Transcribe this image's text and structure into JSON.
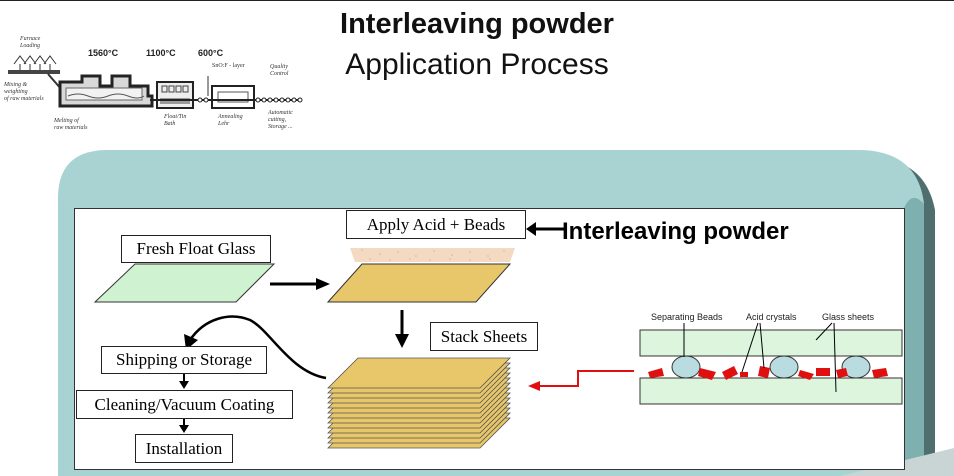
{
  "title": {
    "line1": "Interleaving powder",
    "line2": "Application Process"
  },
  "furnace_diagram": {
    "furnace_loading": "Furnace\nLoading",
    "mixing": "Mixing &\nweighting\nof raw materials",
    "melting": "Melting of\nraw materials",
    "temp1": "1560°C",
    "temp2": "1100°C",
    "temp3": "600°C",
    "coating": "SnO:F - layer",
    "float_bath": "Float/Tin\nBath",
    "annealing": "Annealing\nLehr",
    "quality": "Quality\nControl",
    "automatic": "Automatic\ncutting,\nStorage ..."
  },
  "process": {
    "fresh_float_glass": "Fresh Float Glass",
    "apply_acid_beads": "Apply Acid + Beads",
    "interleaving_powder": "Interleaving powder",
    "stack_sheets": "Stack Sheets",
    "shipping_storage": "Shipping or Storage",
    "cleaning_coating": "Cleaning/Vacuum Coating",
    "installation": "Installation"
  },
  "cross_section": {
    "separating_beads": "Separating Beads",
    "acid_crystals": "Acid crystals",
    "glass_sheets": "Glass sheets"
  },
  "colors": {
    "frame_dark": "#4f6f6f",
    "frame_light": "#a9d3d3",
    "frame_mid": "#7fb0b0",
    "fresh_glass": "#cff2d1",
    "sheet_yellow": "#e8c66a",
    "powder": "#f0c4a0",
    "crystal_red": "#e01010",
    "bead_blue": "#b9dce0",
    "cs_glass": "#ddf5dd"
  }
}
